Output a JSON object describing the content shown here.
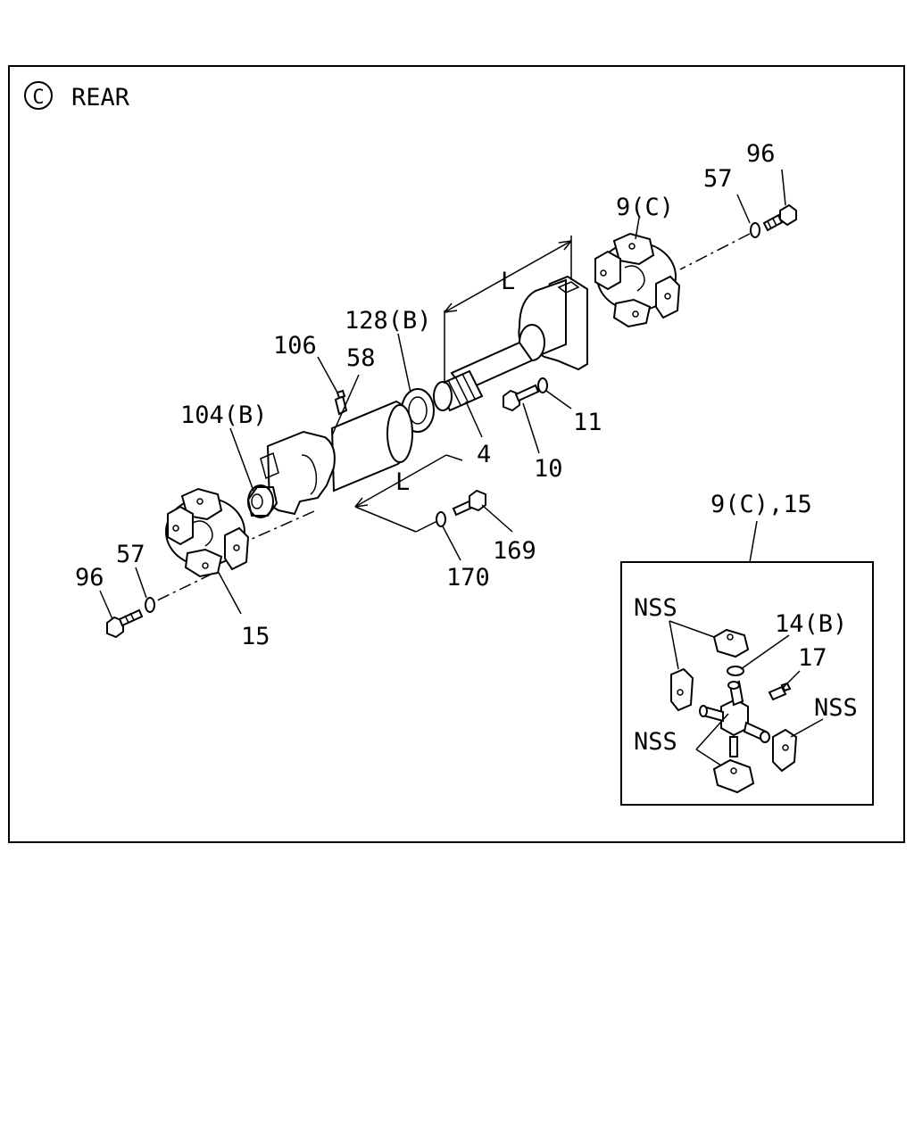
{
  "header": {
    "section_symbol": "C",
    "title": "REAR"
  },
  "labels": {
    "p96_right": "96",
    "p57_right": "57",
    "p9c": "9(C)",
    "dim_L_upper": "L",
    "p128b": "128(B)",
    "p106": "106",
    "p58": "58",
    "p104b": "104(B)",
    "p11": "11",
    "p4": "4",
    "p10": "10",
    "dim_L_lower": "L",
    "p169": "169",
    "p170": "170",
    "p57_left": "57",
    "p96_left": "96",
    "p15": "15",
    "inset_title": "9(C),15",
    "inset_nss_top": "NSS",
    "inset_14b": "14(B)",
    "inset_17": "17",
    "inset_nss_right": "NSS",
    "inset_nss_bottom": "NSS"
  }
}
